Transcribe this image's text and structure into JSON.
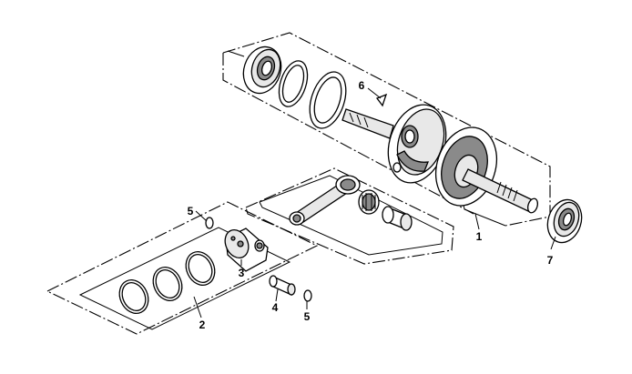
{
  "callouts": [
    {
      "id": "1",
      "text": "1"
    },
    {
      "id": "2",
      "text": "2"
    },
    {
      "id": "3",
      "text": "3"
    },
    {
      "id": "4",
      "text": "4"
    },
    {
      "id": "5a",
      "text": "5"
    },
    {
      "id": "5b",
      "text": "5"
    },
    {
      "id": "6",
      "text": "6"
    },
    {
      "id": "7",
      "text": "7"
    }
  ]
}
